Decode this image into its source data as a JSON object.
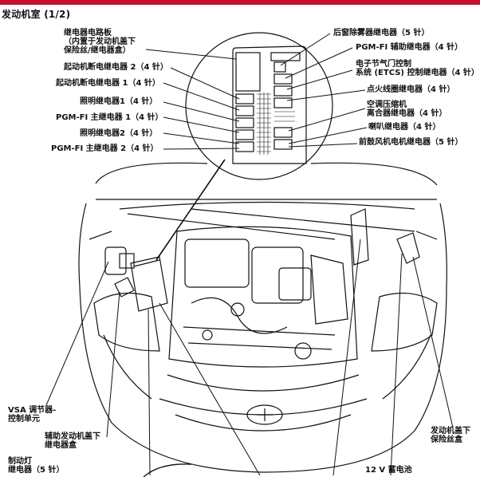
{
  "header": {
    "title": "发动机室",
    "page": "(1/2)"
  },
  "colors": {
    "accent_bar": "#c8102e",
    "line": "#111111"
  },
  "labels": {
    "relay_panel": "继电器电路板",
    "relay_panel_note_1": "（内置于发动机盖下",
    "relay_panel_note_2": "保险丝/继电器盒）",
    "starter_cut_2": "起动机断电继电器 2（4 针）",
    "starter_cut_1": "起动机断电继电器 1（4 针）",
    "lighting_1": "照明继电器1（4 针）",
    "pgmfi_main_1": "PGM-FI 主继电器 1（4 针）",
    "lighting_2": "照明继电器2（4 针）",
    "pgmfi_main_2": "PGM-FI 主继电器 2（4 针）",
    "rear_defog": "后窗除雾器继电器（5 针）",
    "pgmfi_sub": "PGM-FI 辅助继电器（4 针）",
    "etcs_1": "电子节气门控制",
    "etcs_2": "系统 (ETCS) 控制继电器（4 针）",
    "ignition_coil": "点火线圈继电器（4 针）",
    "ac_1": "空调压缩机",
    "ac_2": "离合器继电器（4 针）",
    "horn": "喇叭继电器（4 针）",
    "fan_motor": "前鼓风机电机继电器（5 针）",
    "vsa_1": "VSA 调节器-",
    "vsa_2": "控制单元",
    "aux_box_1": "辅助发动机盖下",
    "aux_box_2": "继电器盒",
    "brake_1": "制动灯",
    "brake_2": "继电器（5 针）",
    "fuse_box_1": "发动机盖下",
    "fuse_box_2": "保险丝盒",
    "battery": "12 V 蓄电池"
  }
}
